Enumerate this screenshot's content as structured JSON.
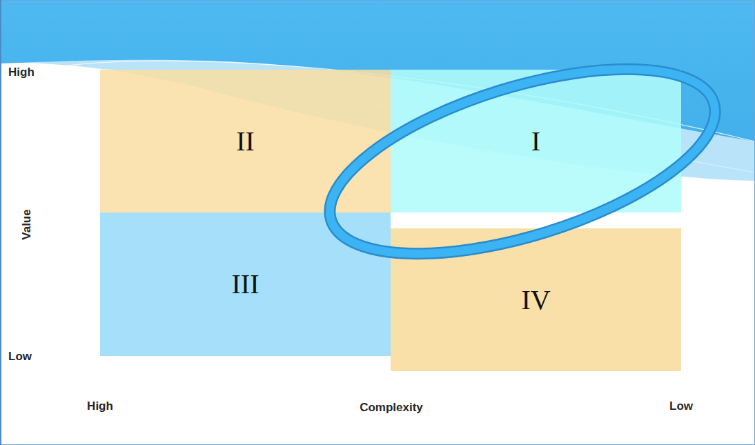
{
  "diagram": {
    "nodes": [
      {
        "text": [
          "II"
        ]
      },
      {
        "text": [
          "I"
        ]
      },
      {
        "text": [
          "III"
        ]
      },
      {
        "text": [
          "IV"
        ]
      }
    ],
    "labels": [
      "High",
      "Value",
      "Low",
      "High",
      "Complexity",
      "Low"
    ]
  }
}
